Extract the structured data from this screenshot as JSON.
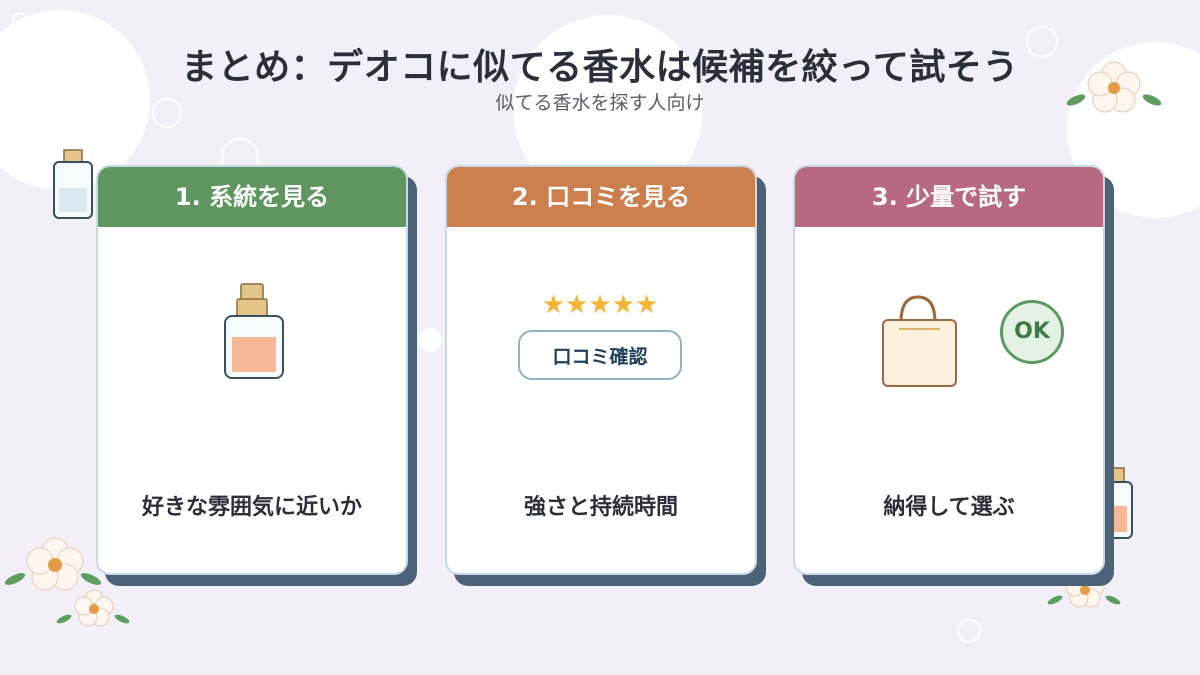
{
  "title": "まとめ：デオコに似てる香水は候補を絞って試そう",
  "subtitle": "似てる香水を探す人向け",
  "colors": {
    "background": "#f2eff9",
    "card1_header": "#5f9660",
    "card2_header": "#cc7f4c",
    "card3_header": "#b76a7f",
    "card_shadow": "#4c6278"
  },
  "cards": [
    {
      "heading": "1. 系統を見る",
      "caption": "好きな雰囲気に近いか",
      "icon": "perfume-bottle-icon"
    },
    {
      "heading": "2. 口コミを見る",
      "caption": "強さと持続時間",
      "icon": "five-stars-icon",
      "stars": "★★★★★",
      "button_label": "口コミ確認"
    },
    {
      "heading": "3. 少量で試す",
      "caption": "納得して選ぶ",
      "icon": "shopping-bag-icon",
      "badge_label": "OK"
    }
  ]
}
